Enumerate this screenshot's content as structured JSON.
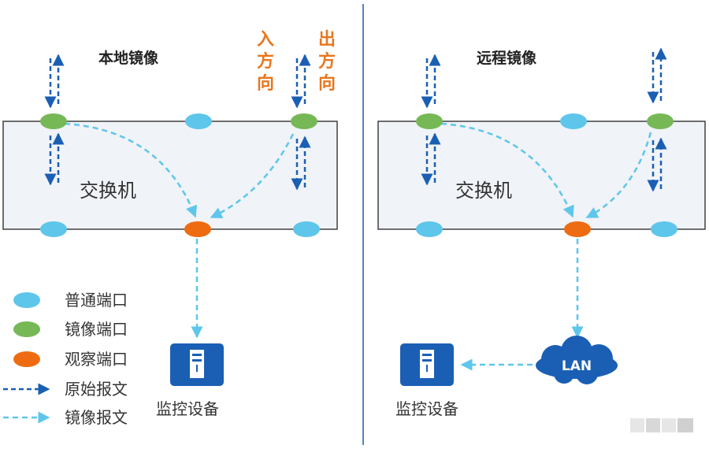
{
  "colors": {
    "switch_fill": "#f0f3f7",
    "switch_stroke": "#404040",
    "normal_port": "#5ec6ea",
    "mirror_port": "#76b856",
    "observe_port": "#ee6b12",
    "original_arrow": "#1a5fb4",
    "mirror_arrow": "#5ec6ea",
    "device": "#1a5fb4",
    "divider": "#1a5fb4",
    "direction_text": "#e8761e"
  },
  "local": {
    "title": "本地镜像",
    "inbound_label": [
      "入",
      "方",
      "向"
    ],
    "outbound_label": [
      "出",
      "方",
      "向"
    ],
    "switch_label": "交换机",
    "device_label": "监控设备"
  },
  "remote": {
    "title": "远程镜像",
    "switch_label": "交换机",
    "network_label": "LAN",
    "device_label": "监控设备"
  },
  "legend": [
    {
      "icon": "normal-port-icon",
      "label": "普通端口"
    },
    {
      "icon": "mirror-port-icon",
      "label": "镜像端口"
    },
    {
      "icon": "observe-port-icon",
      "label": "观察端口"
    },
    {
      "icon": "original-packet-arrow-icon",
      "label": "原始报文"
    },
    {
      "icon": "mirror-packet-arrow-icon",
      "label": "镜像报文"
    }
  ]
}
